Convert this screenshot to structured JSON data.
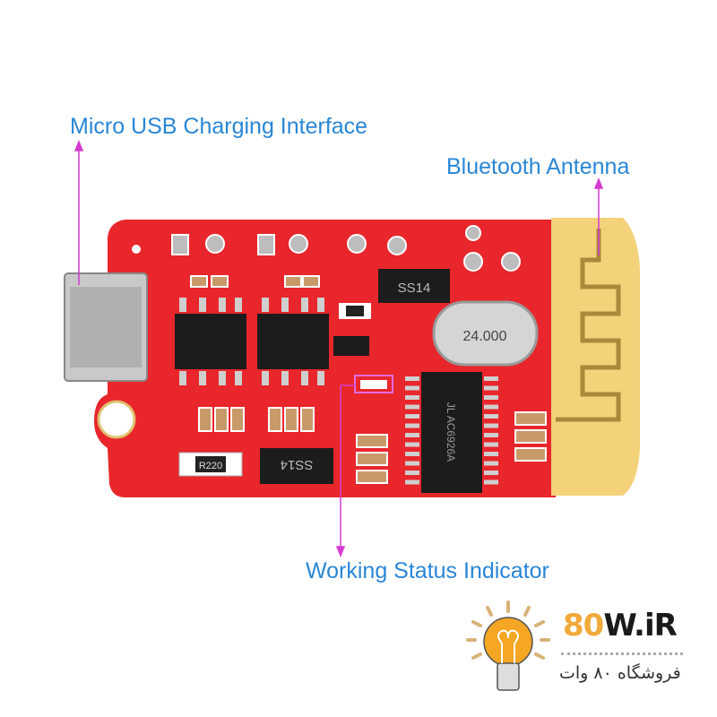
{
  "annotations": {
    "usb": "Micro USB Charging Interface",
    "antenna": "Bluetooth Antenna",
    "indicator": "Working Status Indicator"
  },
  "board_markings": {
    "diode_top": "SS14",
    "diode_bottom": "SS14",
    "crystal": "24.000",
    "resistor": "R220",
    "chip": "JL AC6926A"
  },
  "logo": {
    "brand_number": "80",
    "brand_rest": "W.iR",
    "persian": "فروشگاه ۸۰ وات"
  },
  "colors": {
    "label": "#2a86d6",
    "pointer": "#d63bd0",
    "board": "#e8262b",
    "antenna": "#f3d27a"
  }
}
